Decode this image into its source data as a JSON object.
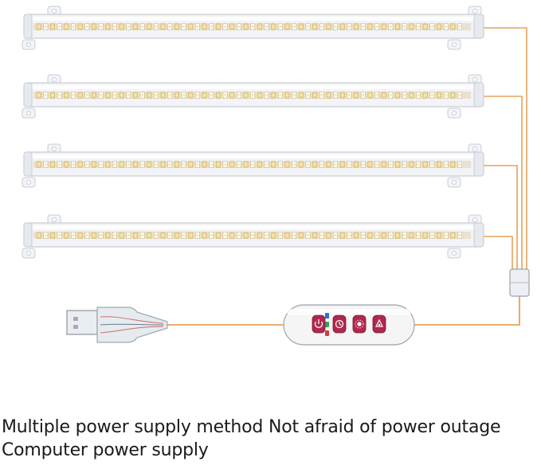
{
  "caption": {
    "line1": "Multiple power supply method Not afraid of power outage",
    "line2": "Computer power supply"
  },
  "product": {
    "light_bar_count": 4,
    "leds_per_bar": 62,
    "colors": {
      "wire": "#e8a25a",
      "wire_dark": "#c8803c",
      "bar_body": "#f2f4f7",
      "bar_outline": "#c9ced6",
      "led_warm": "#f3d58a",
      "led_white": "#fbfbf6",
      "controller_body": "#f5f5f5",
      "controller_button": "#b0284d",
      "indicator_blue": "#2c6fd6",
      "indicator_green": "#2fa84f",
      "indicator_red": "#d63a3a"
    },
    "icons": [
      "usb-plug-icon",
      "power-icon",
      "timer-icon",
      "brightness-icon",
      "mode-icon"
    ]
  }
}
